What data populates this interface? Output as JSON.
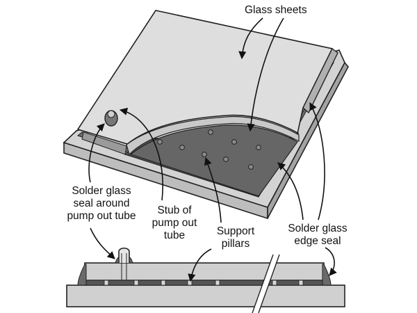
{
  "diagram": {
    "labels": {
      "glass_sheets": "Glass sheets",
      "seal_pump_1": "Solder glass",
      "seal_pump_2": "seal around",
      "seal_pump_3": "pump out tube",
      "stub_1": "Stub of",
      "stub_2": "pump out",
      "stub_3": "tube",
      "pillars_1": "Support",
      "pillars_2": "pillars",
      "edge_1": "Solder glass",
      "edge_2": "edge seal"
    }
  }
}
